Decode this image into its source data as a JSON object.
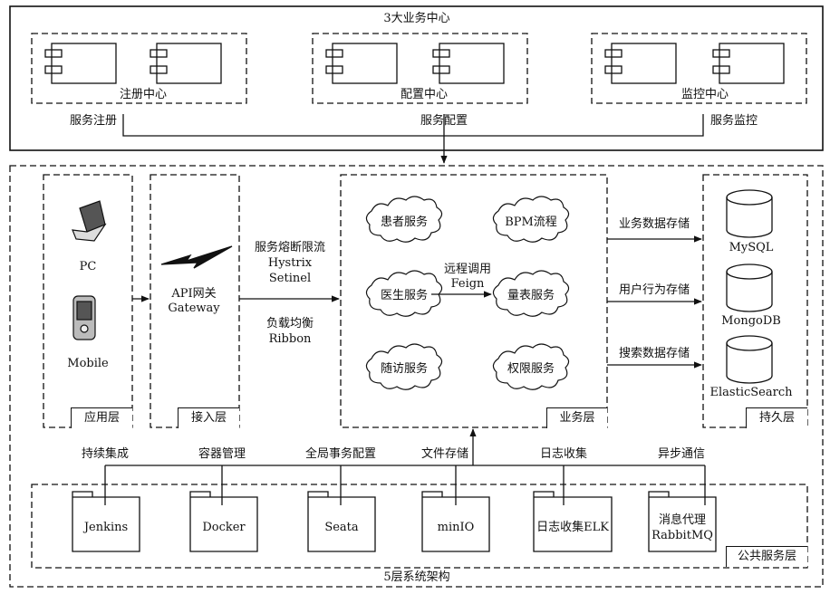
{
  "top": {
    "title": "3大业务中心",
    "centers": [
      {
        "name": "注册中心",
        "service": "服务注册"
      },
      {
        "name": "配置中心",
        "service": "服务配置"
      },
      {
        "name": "监控中心",
        "service": "服务监控"
      }
    ]
  },
  "arch": {
    "title": "5层系统架构",
    "app_layer": {
      "label": "应用层",
      "pc": "PC",
      "mobile": "Mobile"
    },
    "access_layer": {
      "label": "接入层",
      "gateway_line1": "API网关",
      "gateway_line2": "Gateway"
    },
    "middle": {
      "circuit_line1": "服务熔断限流",
      "circuit_line2": "Hystrix",
      "circuit_line3": "Setinel",
      "lb_line1": "负载均衡",
      "lb_line2": "Ribbon"
    },
    "business_layer": {
      "label": "业务层",
      "services": [
        "患者服务",
        "BPM流程",
        "医生服务",
        "量表服务",
        "随访服务",
        "权限服务"
      ],
      "rpc_line1": "远程调用",
      "rpc_line2": "Feign"
    },
    "storage_links": [
      "业务数据存储",
      "用户行为存储",
      "搜索数据存储"
    ],
    "persist_layer": {
      "label": "持久层",
      "dbs": [
        "MySQL",
        "MongoDB",
        "ElasticSearch"
      ]
    },
    "public_layer": {
      "label": "公共服务层",
      "categories": [
        "持续集成",
        "容器管理",
        "全局事务配置",
        "文件存储",
        "日志收集",
        "异步通信"
      ],
      "packages": [
        {
          "line1": "Jenkins",
          "line2": ""
        },
        {
          "line1": "Docker",
          "line2": ""
        },
        {
          "line1": "Seata",
          "line2": ""
        },
        {
          "line1": "minIO",
          "line2": ""
        },
        {
          "line1": "日志收集ELK",
          "line2": ""
        },
        {
          "line1": "消息代理",
          "line2": "RabbitMQ"
        }
      ]
    }
  }
}
